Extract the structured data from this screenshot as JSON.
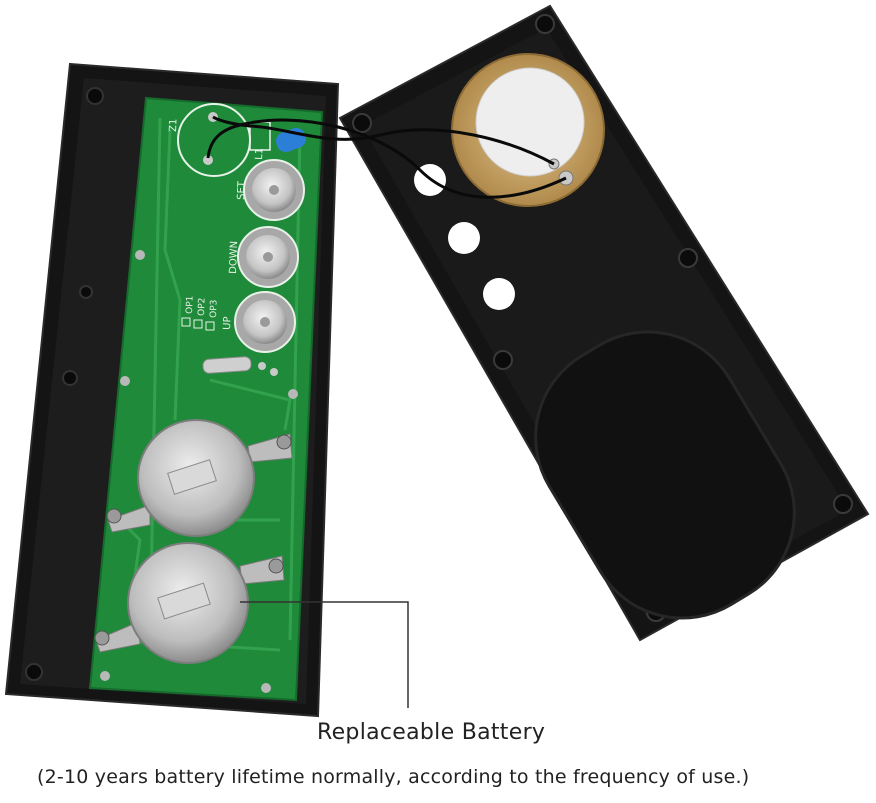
{
  "captions": {
    "main": "Replaceable Battery",
    "sub": "(2-10 years battery lifetime normally, according to the frequency of use.)"
  },
  "pcb_labels": {
    "z1": "Z1",
    "l1": "L1",
    "set": "SET",
    "down": "DOWN",
    "op1": "OP1",
    "op2": "OP2",
    "op3": "OP3",
    "up": "UP"
  },
  "colors": {
    "case": "#141414",
    "case_edge": "#2a2a2a",
    "pcb": "#1e8a3a",
    "pcb_trace": "#33a24e",
    "metal": "#c9c9c9",
    "piezo_brass": "#c8a468",
    "piezo_ceramic": "#eeeeee",
    "capacitor": "#2b7fd6"
  }
}
